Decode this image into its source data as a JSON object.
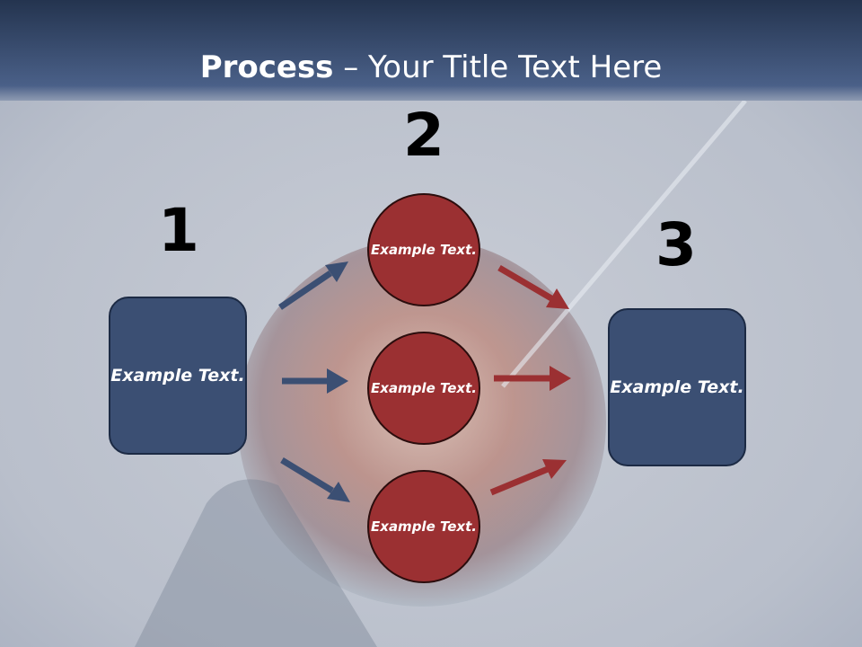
{
  "slide": {
    "title_bold": "Process",
    "title_rest": " – Your Title Text Here"
  },
  "steps": {
    "n1": "1",
    "n2": "2",
    "n3": "3"
  },
  "nodes": {
    "left_box": "Example Text.",
    "circle_top": "Example Text.",
    "circle_middle": "Example Text.",
    "circle_bottom": "Example Text.",
    "right_box": "Example Text."
  },
  "colors": {
    "box_fill": "#3b4f73",
    "circle_fill": "#9b3032",
    "blue_arrow": "#3b4f73",
    "red_arrow": "#9b3032",
    "title_bar": "#3e5580"
  }
}
